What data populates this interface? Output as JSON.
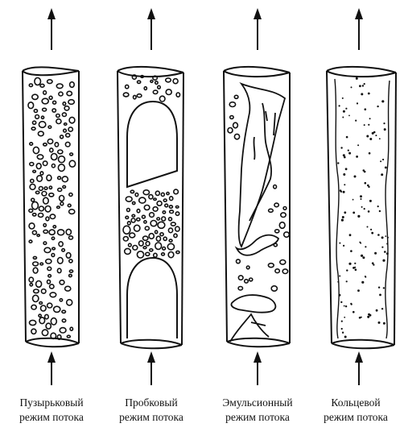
{
  "figure": {
    "panels": [
      {
        "id": "bubble",
        "line1": "Пузырьковый",
        "line2": "режим потока"
      },
      {
        "id": "slug",
        "line1": "Пробковый",
        "line2": "режим потока"
      },
      {
        "id": "churn",
        "line1": "Эмульсионный",
        "line2": "режим потока"
      },
      {
        "id": "annular",
        "line1": "Кольцевой",
        "line2": "режим потока"
      }
    ],
    "ink_color": "#111111",
    "background": "#ffffff"
  }
}
